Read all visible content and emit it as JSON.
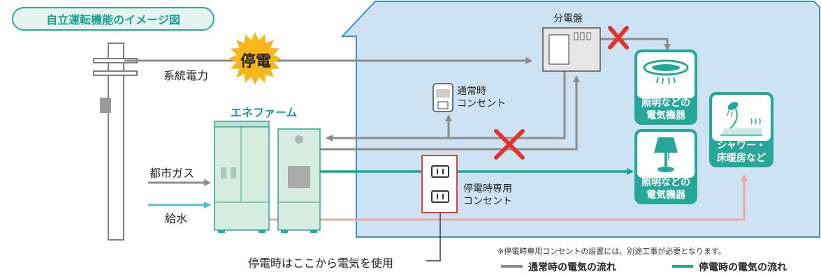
{
  "title": "自立運転機能のイメージ図",
  "labels": {
    "blackout": "停電",
    "grid_power": "系統電力",
    "distribution_board": "分電盤",
    "normal_outlet_line1": "通常時",
    "normal_outlet_line2": "コンセント",
    "enefarm": "エネファーム",
    "city_gas": "都市ガス",
    "water_supply": "給水",
    "emergency_outlet_line1": "停電時専用",
    "emergency_outlet_line2": "コンセント",
    "use_from_here": "停電時はここから電気を使用",
    "note": "※停電時専用コンセントの設置には、別途工事が必要となります。"
  },
  "devices": {
    "lighting_top": {
      "line1": "照明などの",
      "line2": "電気機器"
    },
    "lighting_bottom": {
      "line1": "照明などの",
      "line2": "電気機器"
    },
    "shower": {
      "line1": "シャワー・",
      "line2": "床暖房など"
    }
  },
  "legend": {
    "normal": "通常時の電気の流れ",
    "blackout": "停電時の電気の流れ"
  },
  "colors": {
    "normal_flow": "#8c8c8c",
    "blackout_flow": "#1aa58d",
    "hot_water_flow": "#f0a3a3",
    "water_flow": "#4fc3c4",
    "gas_flow": "#8c8c8c",
    "house_fill": "#cde3f3",
    "house_border": "#3a8fd0",
    "device_green": "#26a79a",
    "cross_red": "#e3322b",
    "blackout_burst": "#f6b71b"
  },
  "icons": [
    "ceiling-light-icon",
    "lamp-icon",
    "shower-icon",
    "cross-icon",
    "starburst-icon",
    "outlet-icon"
  ]
}
